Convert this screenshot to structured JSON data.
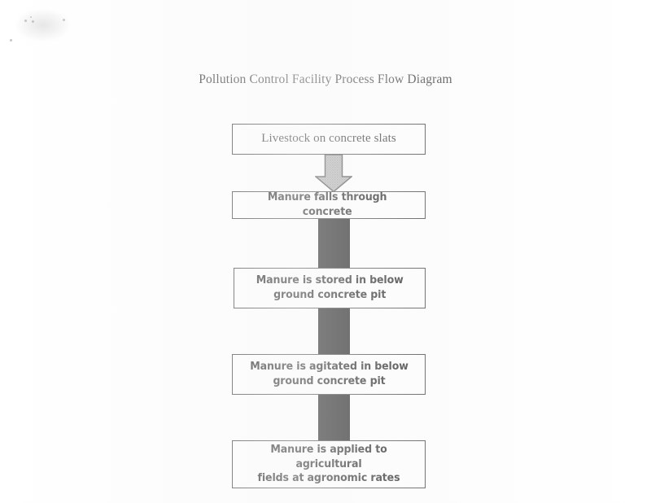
{
  "document": {
    "title": "Pollution Control Facility Process Flow Diagram"
  },
  "diagram": {
    "type": "process-flow",
    "orientation": "vertical",
    "steps": [
      {
        "id": "step-1",
        "label": "Livestock on concrete slats",
        "lines": [
          "Livestock on concrete slats"
        ]
      },
      {
        "id": "step-2",
        "label": "Manure falls through concrete",
        "lines": [
          "Manure falls through concrete"
        ]
      },
      {
        "id": "step-3",
        "label": "Manure is stored in below ground concrete pit",
        "lines": [
          "Manure is stored in below",
          "ground concrete pit"
        ]
      },
      {
        "id": "step-4",
        "label": "Manure is agitated in below ground concrete pit",
        "lines": [
          "Manure is agitated in below",
          "ground concrete pit"
        ]
      },
      {
        "id": "step-5",
        "label": "Manure is applied to agricultural fields at agronomic rates",
        "lines": [
          "Manure is applied to agricultural",
          "fields at agronomic rates"
        ]
      }
    ],
    "connectors": [
      {
        "id": "connector-1",
        "from": "step-1",
        "to": "step-2",
        "style": "block-arrow-down",
        "fill": "#a8a8a8",
        "stroke": "#3a3a3a"
      },
      {
        "id": "connector-2",
        "from": "step-2",
        "to": "step-3",
        "style": "solid-bar",
        "fill": "#000000"
      },
      {
        "id": "connector-3",
        "from": "step-3",
        "to": "step-4",
        "style": "solid-bar",
        "fill": "#000000"
      },
      {
        "id": "connector-4",
        "from": "step-4",
        "to": "step-5",
        "style": "solid-bar",
        "fill": "#000000"
      }
    ],
    "colors": {
      "page_background": "#ffffff",
      "box_border": "#2e2e2e",
      "box_fill": "#ffffff",
      "text": "#101010",
      "connector_black": "#000000",
      "connector_grey": "#a8a8a8"
    }
  }
}
